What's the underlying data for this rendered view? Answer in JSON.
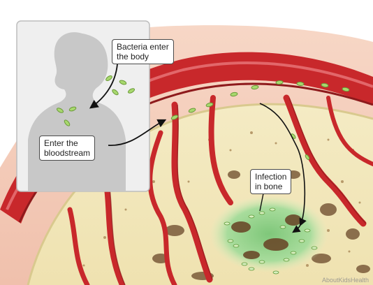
{
  "labels": {
    "bacteria_enter": [
      "Bacteria enter",
      "the body"
    ],
    "enter_bloodstream": [
      "Enter the",
      "bloodstream"
    ],
    "infection_in_bone": [
      "Infection",
      "in bone"
    ]
  },
  "watermark": "AboutKidsHealth",
  "colors": {
    "vessel": "#c8282b",
    "vessel_dark": "#8e1a1c",
    "bone_marrow": "#f3e9bd",
    "infection": "#9fd59a",
    "bacteria": "#a8d86e",
    "silhouette": "#c8c8c8",
    "inset_panel": "#efefef"
  }
}
